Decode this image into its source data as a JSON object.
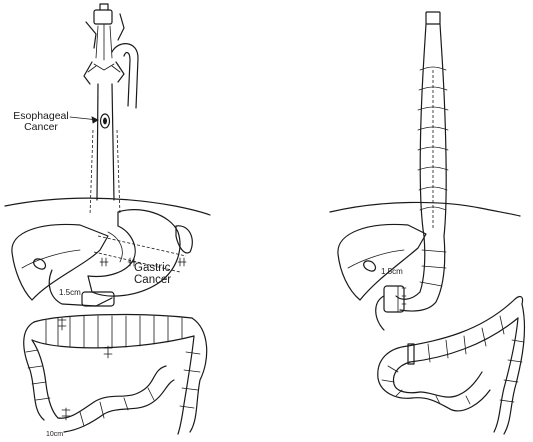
{
  "labels": {
    "esophageal_cancer": "Esophageal\nCancer",
    "gastric_cancer": "Gastric\nCancer",
    "left_distance": "1.5cm",
    "bottom_distance": "10cm",
    "right_distance": "1.5cm"
  },
  "colors": {
    "ink": "#1a1a1a",
    "background": "#ffffff"
  }
}
